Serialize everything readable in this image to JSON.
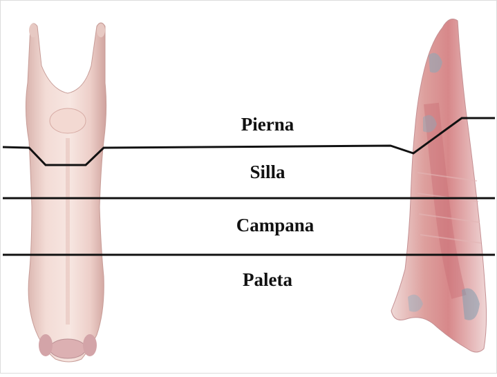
{
  "labels": {
    "pierna": "Pierna",
    "silla": "Silla",
    "campana": "Campana",
    "paleta": "Paleta"
  },
  "colors": {
    "cut_line": "#111111",
    "carcass_fat": "#efd2cd",
    "carcass_meat": "#d98a86",
    "carcass_shadow": "#b57c7e",
    "bluish_membrane": "#8fa6b5",
    "border": "#d9d9d9"
  }
}
